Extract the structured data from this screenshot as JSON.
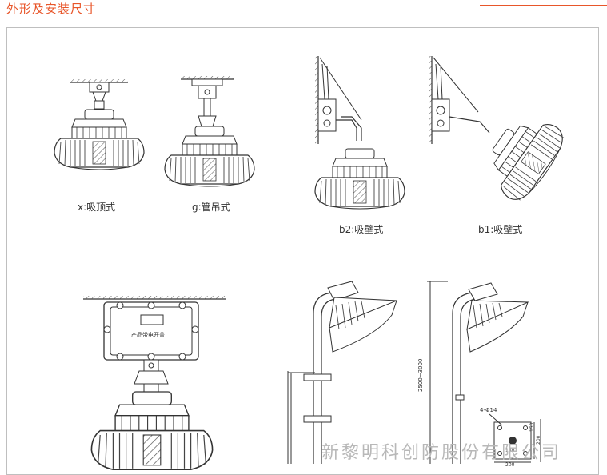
{
  "header": {
    "title": "外形及安装尺寸",
    "accent_color": "#e8562a"
  },
  "mount_types": [
    {
      "id": "x",
      "label": "x:吸顶式"
    },
    {
      "id": "g",
      "label": "g:管吊式"
    },
    {
      "id": "b2",
      "label": "b2:吸壁式"
    },
    {
      "id": "b1",
      "label": "b1:吸壁式"
    }
  ],
  "junction_box": {
    "text": "产品带电开盖"
  },
  "pole": {
    "height_label": "2500~3000"
  },
  "base_plate": {
    "hole_label": "4-Φ14",
    "dim_inner": "150",
    "dim_outer": "200",
    "dim_h1": "150",
    "dim_h2": "200"
  },
  "watermark": "新黎明科创防股份有限公司"
}
